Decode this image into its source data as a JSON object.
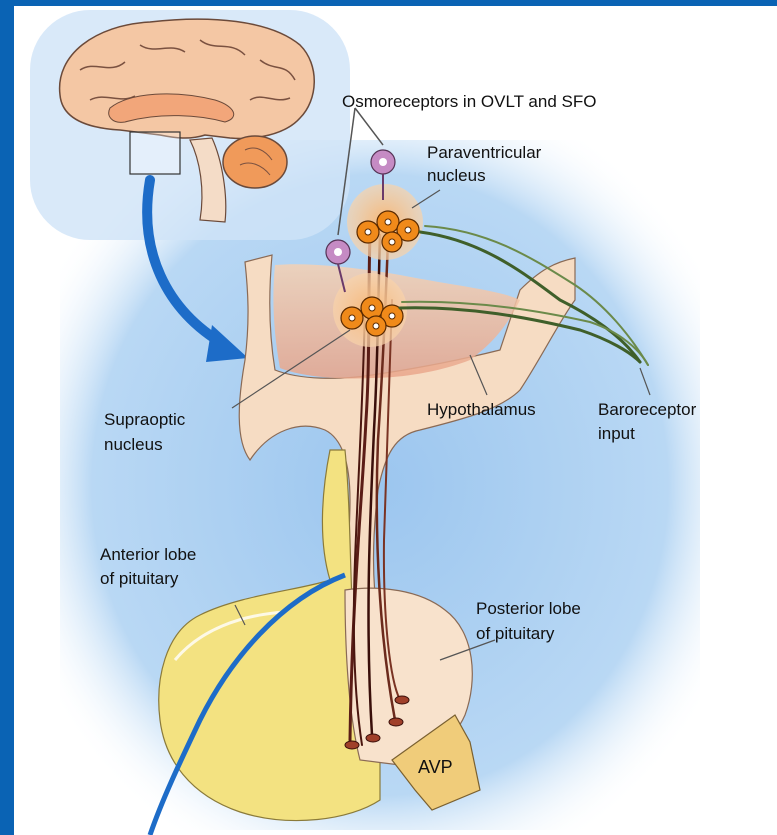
{
  "colors": {
    "frame": "#0a63b4",
    "background_glow": "#a9cdf0",
    "hypothalamus_tissue": "#f6d8bd",
    "nucleus_glow": "#f7be84",
    "neuron_body": "#f08a1a",
    "osmoreceptor": "#c58bc4",
    "baroreceptor_fiber": "#3f5f2a",
    "anterior_lobe": "#f2e07a",
    "axon_tract": "#5b1d16",
    "arrow_blue": "#1d6cc8",
    "avp_arrow": "#f0cc7a",
    "brain": "#f2c9a6"
  },
  "labels": {
    "osmoreceptors": "Osmoreceptors in OVLT and SFO",
    "paraventricular_line1": "Paraventricular",
    "paraventricular_line2": "nucleus",
    "supraoptic_line1": "Supraoptic",
    "supraoptic_line2": "nucleus",
    "hypothalamus": "Hypothalamus",
    "baroreceptor_line1": "Baroreceptor",
    "baroreceptor_line2": "input",
    "anterior_line1": "Anterior lobe",
    "anterior_line2": "of pituitary",
    "posterior_line1": "Posterior lobe",
    "posterior_line2": "of pituitary",
    "avp": "AVP"
  },
  "icons": [
    "brain-icon",
    "osmoreceptor-icon",
    "neuron-icon",
    "arrow-icon"
  ]
}
